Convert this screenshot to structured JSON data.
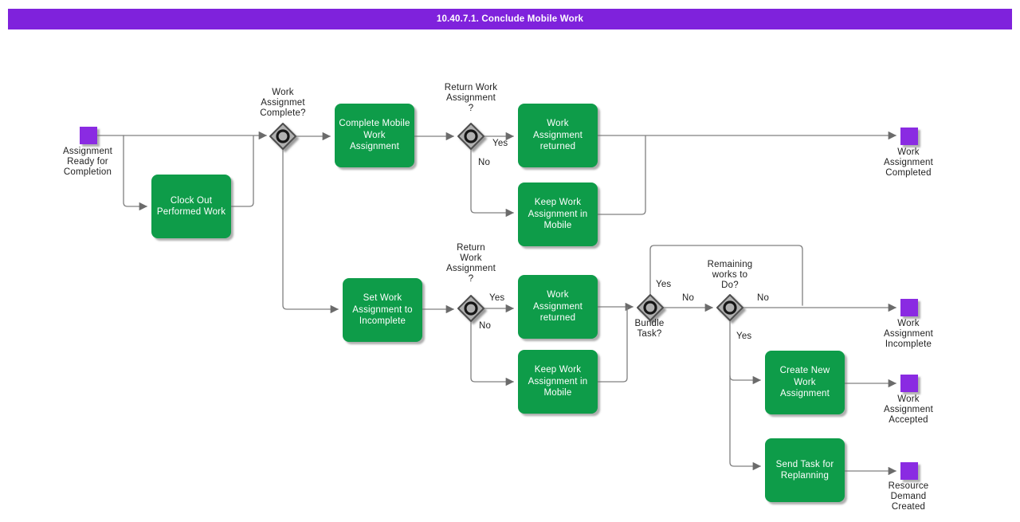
{
  "title_bar": {
    "text": "10.40.7.1. Conclude Mobile Work"
  },
  "colors": {
    "title_bar_bg": "#7F22DC",
    "event_purple": "#8A2BE2",
    "task_green": "#0E9C49",
    "gateway_fill": "#B0B0B0",
    "gateway_stroke": "#4D4D4D",
    "connector": "#808080"
  },
  "labels": {
    "yes": "Yes",
    "no": "No"
  },
  "events": {
    "start": {
      "label": "Assignment\nReady for\nCompletion"
    },
    "completed": {
      "label": "Work\nAssignment\nCompleted"
    },
    "incomplete": {
      "label": "Work\nAssignment\nIncomplete"
    },
    "accepted": {
      "label": "Work\nAssignment\nAccepted"
    },
    "resource": {
      "label": "Resource\nDemand\nCreated"
    }
  },
  "tasks": {
    "clock_out": {
      "label": "Clock Out\nPerformed Work"
    },
    "complete_mobile": {
      "label": "Complete Mobile\nWork\nAssignment"
    },
    "wa_returned_top": {
      "label": "Work\nAssignment\nreturned"
    },
    "keep_mobile_top": {
      "label": "Keep Work\nAssignment in\nMobile"
    },
    "set_incomplete": {
      "label": "Set Work\nAssignment to\nIncomplete"
    },
    "wa_returned_bottom": {
      "label": "Work\nAssignment\nreturned"
    },
    "keep_mobile_bottom": {
      "label": "Keep Work\nAssignment in\nMobile"
    },
    "create_new": {
      "label": "Create New\nWork\nAssignment"
    },
    "send_replanning": {
      "label": "Send Task for\nReplanning"
    }
  },
  "gateways": {
    "work_complete": {
      "label": "Work\nAssignmet\nComplete?"
    },
    "return_top": {
      "label": "Return Work\nAssignment\n?"
    },
    "return_bottom": {
      "label": "Return\nWork\nAssignment\n?"
    },
    "bundle": {
      "label": "Bundle\nTask?"
    },
    "remaining": {
      "label": "Remaining\nworks to\nDo?"
    }
  }
}
